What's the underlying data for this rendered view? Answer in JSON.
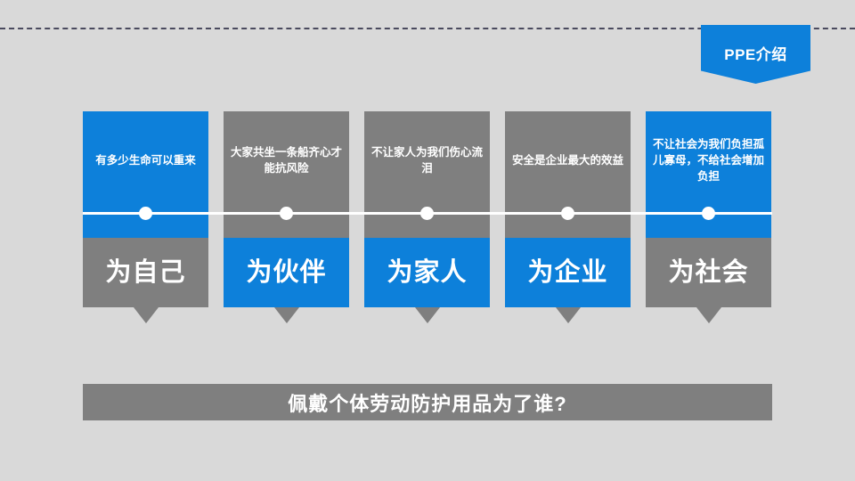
{
  "slide": {
    "background_color": "#d9d9d9",
    "accent_blue": "#0d80da",
    "accent_gray": "#7f7f7f",
    "rule_color": "#4a4a5e"
  },
  "banner": {
    "label": "PPE介绍"
  },
  "cards": [
    {
      "caption": "有多少生命可以重来",
      "title": "为自己",
      "top_color": "blue",
      "bottom_color": "gray"
    },
    {
      "caption": "大家共坐一条船齐心才能抗风险",
      "title": "为伙伴",
      "top_color": "gray",
      "bottom_color": "blue"
    },
    {
      "caption": "不让家人为我们伤心流泪",
      "title": "为家人",
      "top_color": "gray",
      "bottom_color": "blue"
    },
    {
      "caption": "安全是企业最大的效益",
      "title": "为企业",
      "top_color": "gray",
      "bottom_color": "blue"
    },
    {
      "caption": "不让社会为我们负担孤儿寡母，不给社会增加负担",
      "title": "为社会",
      "top_color": "blue",
      "bottom_color": "gray"
    }
  ],
  "bottom_bar": {
    "label": "佩戴个体劳动防护用品为了谁?"
  }
}
